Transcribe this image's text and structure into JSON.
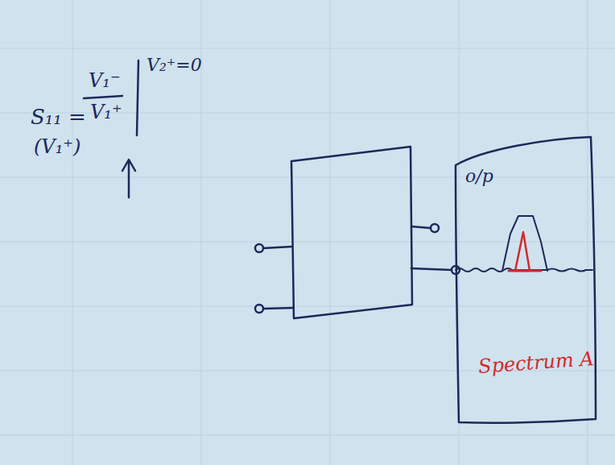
{
  "diagram": {
    "nodes": [
      {
        "text": [
          "o/p",
          "Spectrum A"
        ]
      }
    ],
    "labels": [
      "S₁₁ =",
      "V₁⁻",
      "V₁⁺",
      "V₂⁺=0",
      "(V₁⁺)"
    ]
  }
}
